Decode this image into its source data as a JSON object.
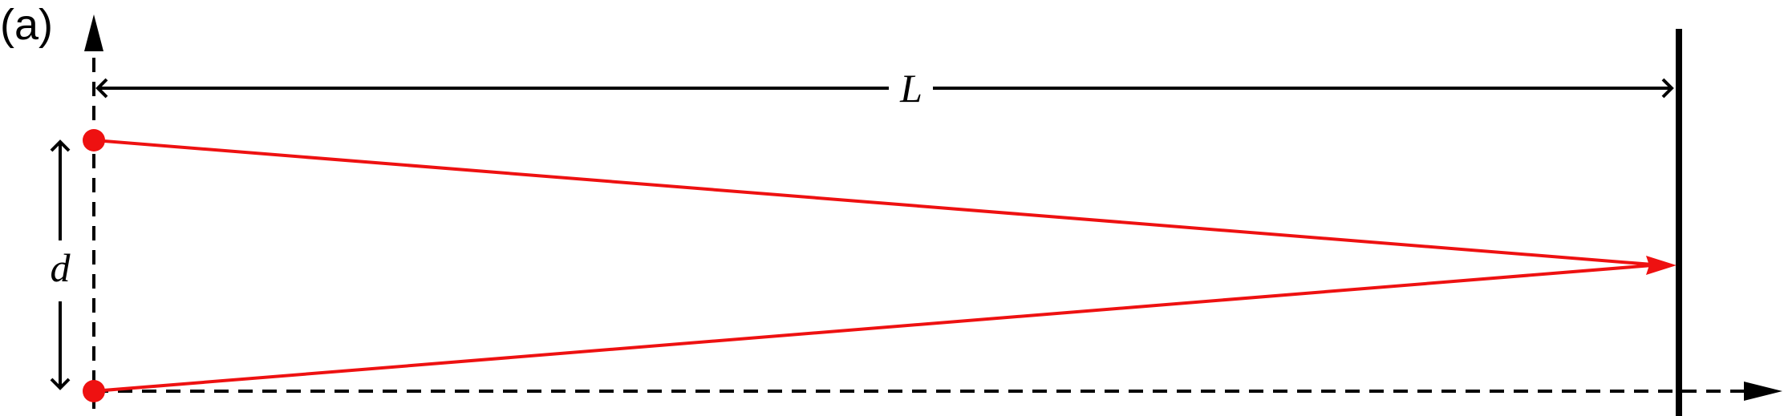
{
  "panel_label": "(a)",
  "labels": {
    "length": "L",
    "separation": "d"
  },
  "colors": {
    "ray": "#ee1111",
    "source": "#ee1111",
    "ink": "#000000"
  },
  "icons": {
    "source_marker": "filled-circle",
    "axis_arrowhead": "triangle-arrowhead",
    "dimension_arrowhead": "open-chevron"
  }
}
